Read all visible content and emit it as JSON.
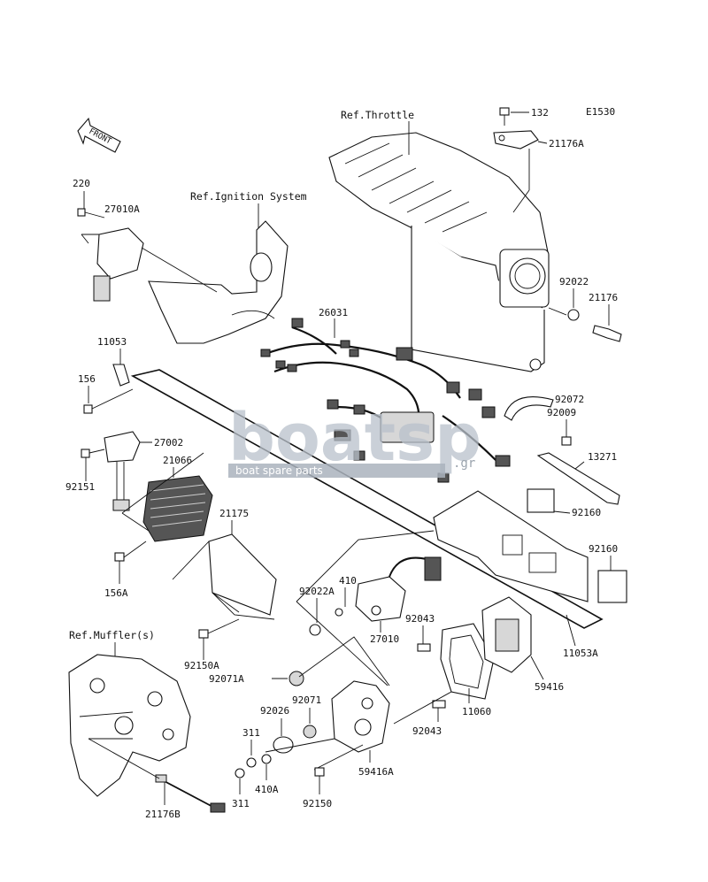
{
  "diagram_id": "E1530",
  "front_label": "FRONT",
  "refs": {
    "throttle": "Ref.Throttle",
    "ignition": "Ref.Ignition System",
    "muffler": "Ref.Muffler(s)"
  },
  "parts": {
    "p132": "132",
    "p21176A": "21176A",
    "p92022": "92022",
    "p21176": "21176",
    "p220": "220",
    "p27010A": "27010A",
    "p26031": "26031",
    "p11053": "11053",
    "p156": "156",
    "p92072": "92072",
    "p92009": "92009",
    "p27002": "27002",
    "p92151": "92151",
    "p21066": "21066",
    "p13271": "13271",
    "p92160a": "92160",
    "p92160b": "92160",
    "p21175": "21175",
    "p156A": "156A",
    "p410": "410",
    "p92022A": "92022A",
    "p27010": "27010",
    "p92043a": "92043",
    "p11053A": "11053A",
    "p92150A": "92150A",
    "p92071A": "92071A",
    "p59416": "59416",
    "p92071": "92071",
    "p92026": "92026",
    "p11060": "11060",
    "p92043b": "92043",
    "p311a": "311",
    "p410A": "410A",
    "p59416A": "59416A",
    "p311b": "311",
    "p92150": "92150",
    "p21176B": "21176B"
  },
  "watermark": {
    "brand": "boatsp",
    "suffix": ".gr",
    "tagline": "boat spare parts"
  }
}
